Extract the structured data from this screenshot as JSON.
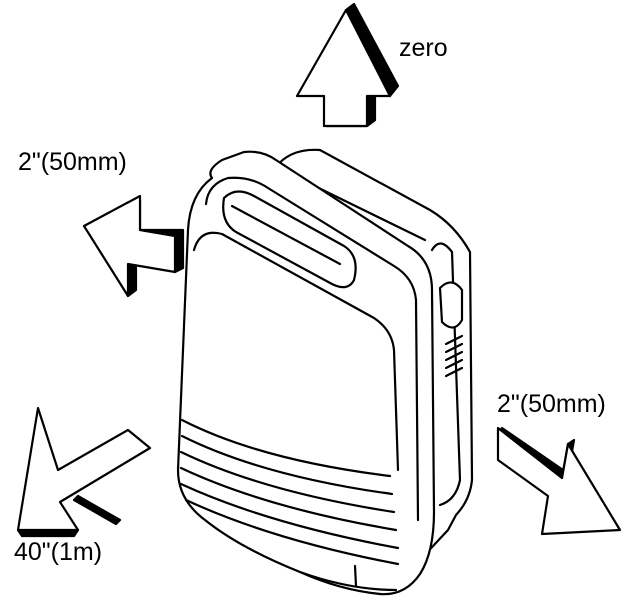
{
  "clearances": {
    "top": "zero",
    "left_side": "2\"(50mm)",
    "right_side": "2\"(50mm)",
    "front": "40\"(1m)"
  },
  "colors": {
    "line": "#000000",
    "fill": "#ffffff",
    "shadow": "#000000"
  }
}
